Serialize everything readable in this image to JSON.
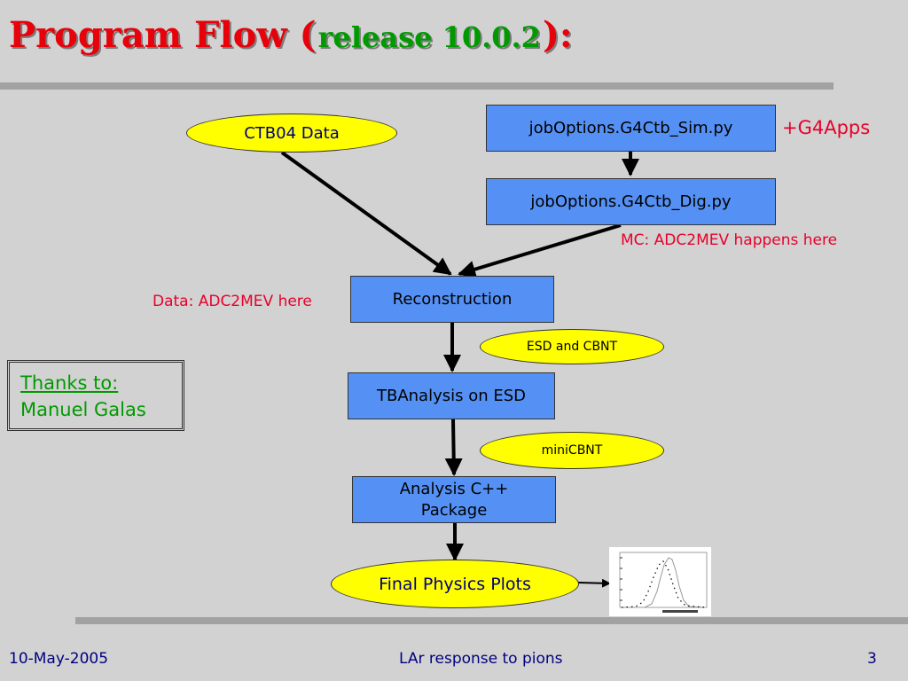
{
  "title": {
    "part1": "Program Flow (",
    "release": "release 10.0.2",
    "part2": "):"
  },
  "nodes": {
    "ctb04_data": "CTB04 Data",
    "sim_job": "jobOptions.G4Ctb_Sim.py",
    "dig_job": "jobOptions.G4Ctb_Dig.py",
    "reconstruction": "Reconstruction",
    "tbanalysis": "TBAnalysis on ESD",
    "analysis_cpp": "Analysis C++ Package",
    "final_plots": "Final Physics Plots",
    "esd_cbnt": "ESD and CBNT",
    "minicbnt": "miniCBNT"
  },
  "notes": {
    "g4apps": "+G4Apps",
    "mc_adc2mev": "MC: ADC2MEV happens here",
    "data_adc2mev": "Data: ADC2MEV here"
  },
  "thanks": {
    "label": "Thanks to:",
    "name": "Manuel Galas"
  },
  "footer": {
    "date": "10-May-2005",
    "title": "LAr response to pions",
    "page": "3"
  },
  "colors": {
    "title_red": "#e8000a",
    "release_green": "#009a00",
    "box_blue": "#5591f4",
    "ellipse_yellow": "#ffff00",
    "note_red": "#e8002a",
    "footer_navy": "#000080"
  }
}
